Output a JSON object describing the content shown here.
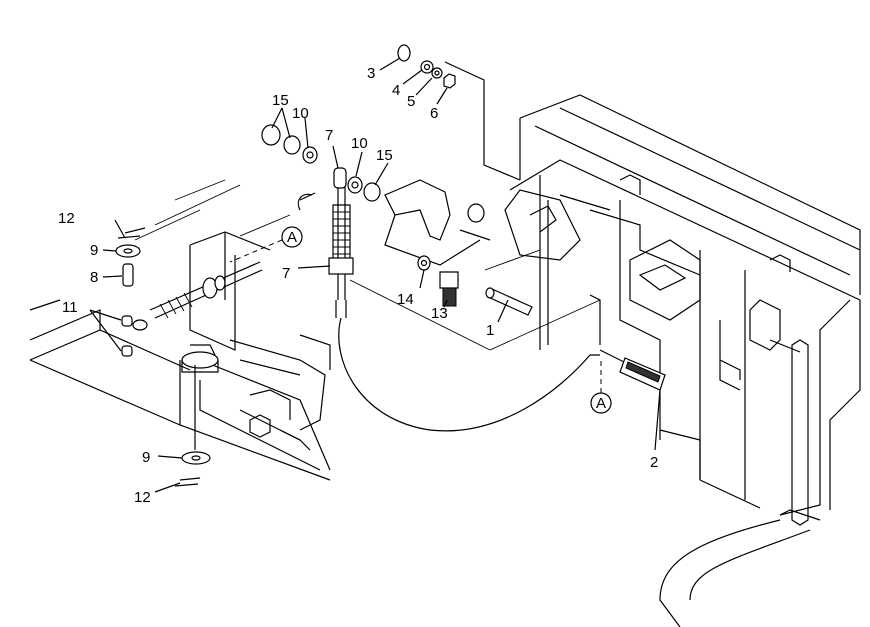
{
  "callouts": [
    {
      "id": "c3",
      "text": "3"
    },
    {
      "id": "c4",
      "text": "4"
    },
    {
      "id": "c5",
      "text": "5"
    },
    {
      "id": "c6",
      "text": "6"
    },
    {
      "id": "c15a",
      "text": "15"
    },
    {
      "id": "c10a",
      "text": "10"
    },
    {
      "id": "c7a",
      "text": "7"
    },
    {
      "id": "c10b",
      "text": "10"
    },
    {
      "id": "c15b",
      "text": "15"
    },
    {
      "id": "c12a",
      "text": "12"
    },
    {
      "id": "c9a",
      "text": "9"
    },
    {
      "id": "c8",
      "text": "8"
    },
    {
      "id": "c7b",
      "text": "7"
    },
    {
      "id": "c11",
      "text": "11"
    },
    {
      "id": "c14",
      "text": "14"
    },
    {
      "id": "c13",
      "text": "13"
    },
    {
      "id": "c1",
      "text": "1"
    },
    {
      "id": "c2",
      "text": "2"
    },
    {
      "id": "c9b",
      "text": "9"
    },
    {
      "id": "c12b",
      "text": "12"
    }
  ],
  "reference_marks": [
    {
      "id": "refA1",
      "text": "A"
    },
    {
      "id": "refA2",
      "text": "A"
    }
  ]
}
